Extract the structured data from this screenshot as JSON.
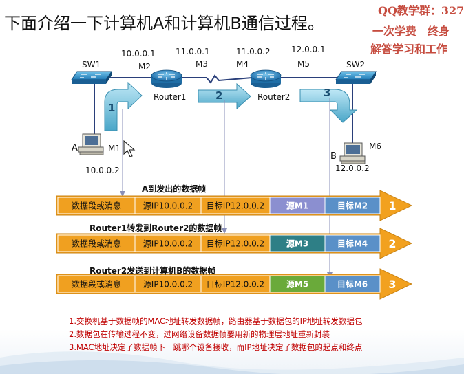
{
  "title": "下面介绍一下计算机A和计算机B通信过程。",
  "watermark": {
    "line1": "QQ教学群：327",
    "line2": "一次学费　终身",
    "line3": "解答学习和工作"
  },
  "devices": {
    "sw1": "SW1",
    "sw2": "SW2",
    "router1": "Router1",
    "router2": "Router2",
    "host_a": "A",
    "host_b": "B"
  },
  "ports": {
    "m1": "M1",
    "m2": "M2",
    "m3": "M3",
    "m4": "M4",
    "m5": "M5",
    "m6": "M6"
  },
  "addresses": {
    "ip_a": "10.0.0.2",
    "ip_m2": "10.0.0.1",
    "ip_m3": "11.0.0.1",
    "ip_m4": "11.0.0.2",
    "ip_m5": "12.0.0.1",
    "ip_b": "12.0.0.2"
  },
  "steps": [
    "1",
    "2",
    "3"
  ],
  "frames": [
    {
      "title": "A到发出的数据帧",
      "data": "数据段或消息",
      "src_ip": "源IP10.0.0.2",
      "dst_ip": "目标IP12.0.0.2",
      "src_mac": "源M1",
      "dst_mac": "目标M2",
      "num": "1"
    },
    {
      "title": "Router1转发到Router2的数据帧",
      "data": "数据段或消息",
      "src_ip": "源IP10.0.0.2",
      "dst_ip": "目标IP12.0.0.2",
      "src_mac": "源M3",
      "dst_mac": "目标M4",
      "num": "2"
    },
    {
      "title": "Router2发送到计算机B的数据帧",
      "data": "数据段或消息",
      "src_ip": "源IP10.0.0.2",
      "dst_ip": "目标IP12.0.0.2",
      "src_mac": "源M5",
      "dst_mac": "目标M6",
      "num": "3"
    }
  ],
  "notes": [
    "1.交换机基于数据帧的MAC地址转发数据帧，路由器基于数据包的IP地址转发数据包",
    "2.数据包在传输过程不变，过网络设备数据帧要用新的物理层地址重新封装",
    "3.MAC地址决定了数据帧下一跳哪个设备接收，而IP地址决定了数据包的起点和终点"
  ],
  "colors": {
    "cell_orange": "#f0a020",
    "cell_mac1": "#8b8fd0",
    "cell_mac2": "#2e7f86",
    "cell_mac3": "#6aaa3a",
    "cell_dst_mac": "#5a90c8",
    "frame_arrow": "#f2a11f",
    "step_arrow": "#5bb8d4",
    "note_red": "#c00000"
  }
}
